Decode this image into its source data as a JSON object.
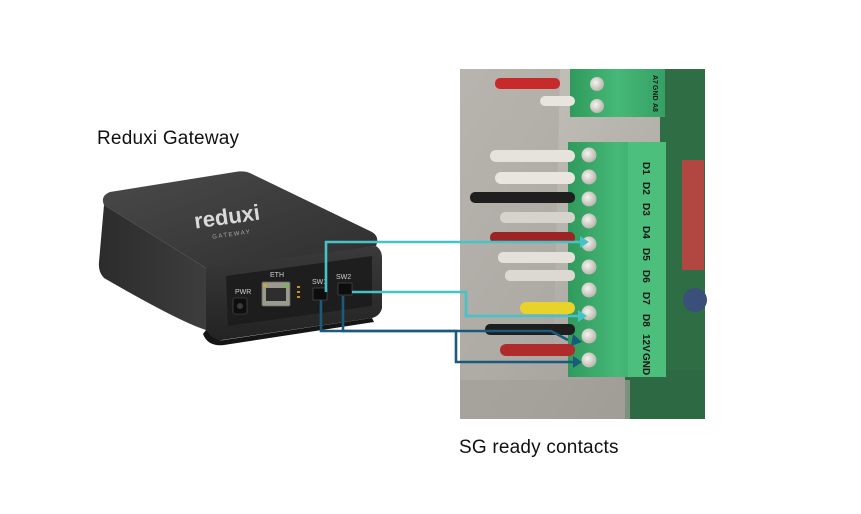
{
  "captions": {
    "gateway": "Reduxi Gateway",
    "contacts": "SG ready contacts"
  },
  "device": {
    "brand": "reduxi",
    "sub": "GATEWAY",
    "ports": {
      "pwr": "PWR",
      "eth": "ETH",
      "sw1": "SW1",
      "sw2": "SW2"
    }
  },
  "terminal": {
    "labels": [
      "D1",
      "D2",
      "D3",
      "D4",
      "D5",
      "D6",
      "D7",
      "D8",
      "12V",
      "GND"
    ],
    "top_labels": [
      "A7",
      "GND",
      "A8"
    ]
  },
  "colors": {
    "wire_light": "#45c3c8",
    "wire_dark": "#1a5a7c",
    "device_body": "#3b3b3b",
    "terminal_green": "#3fae6e"
  }
}
